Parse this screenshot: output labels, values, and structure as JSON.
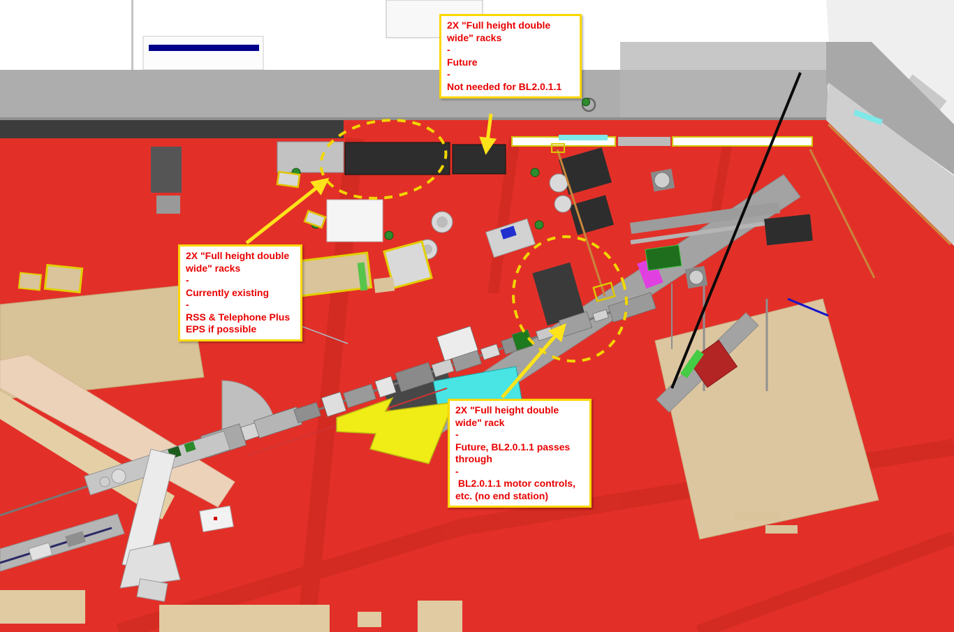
{
  "callouts": {
    "top": {
      "lines": [
        "2X \"Full height double wide\" racks",
        "-",
        "Future",
        "-",
        "Not needed for BL2.0.1.1"
      ]
    },
    "left": {
      "lines": [
        "2X \"Full height double wide\" racks",
        "-",
        "Currently existing",
        "-",
        "RSS & Telephone Plus EPS if possible"
      ]
    },
    "bottom": {
      "lines": [
        "2X \"Full height double wide\" rack",
        "-",
        "Future, BL2.0.1.1 passes through",
        "-",
        " BL2.0.1.1 motor controls, etc. (no end station)"
      ]
    }
  },
  "colors": {
    "floor_red": "#e23028",
    "floor_path_red": "#cf2a20",
    "wall_gray": "#adadad",
    "dark_wall": "#3c3c3c",
    "rack_dark": "#2d2d2d",
    "platform_tan": "#d8c298",
    "walkway_gray": "#a3a3a3",
    "cyan_table": "#49e4e4",
    "highlight_yellow": "#f2d600",
    "callout_border": "#fcd703",
    "callout_text": "#e90000"
  }
}
